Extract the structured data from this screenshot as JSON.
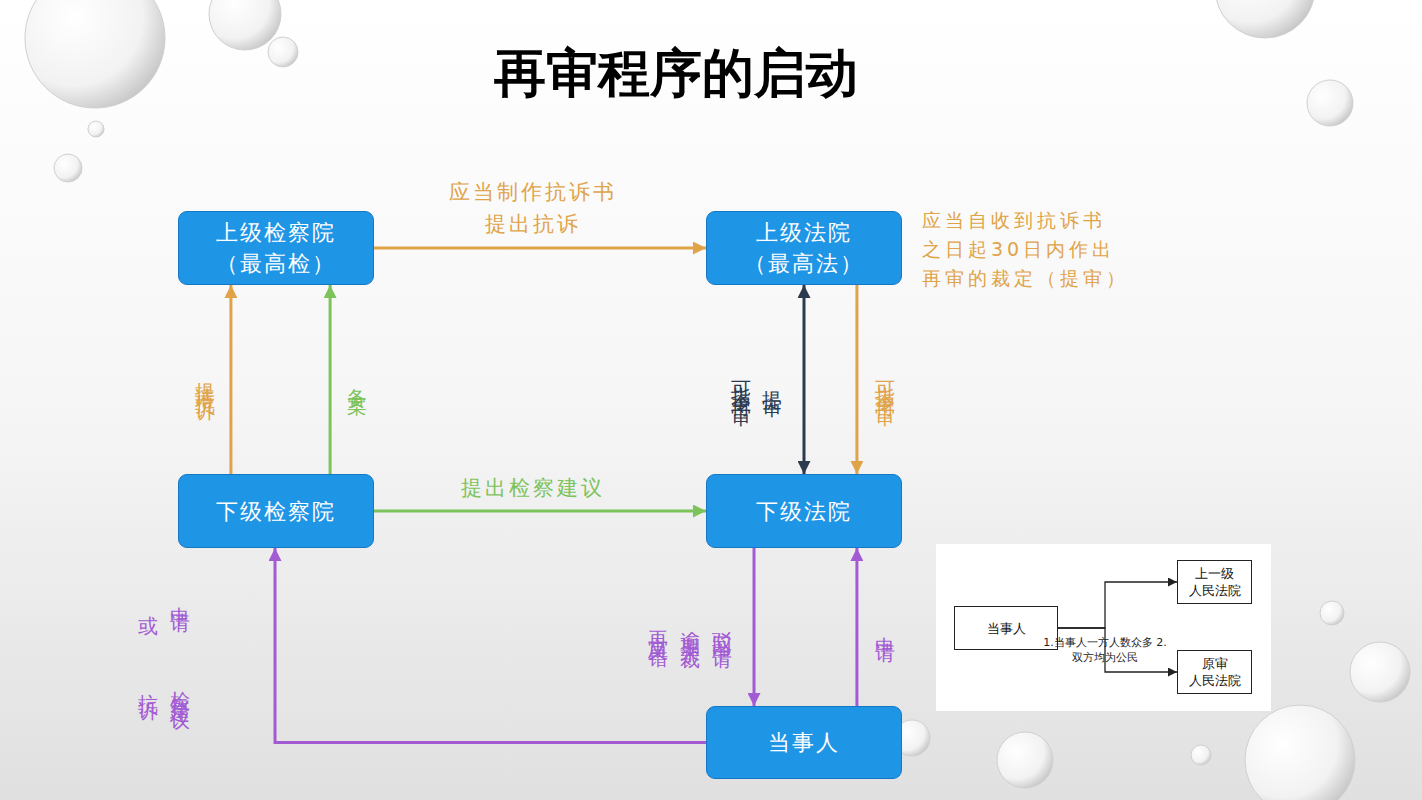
{
  "diagram": {
    "title": "再审程序的启动",
    "nodes": [
      {
        "text": [
          "上级检察院 （最高检）"
        ]
      },
      {
        "text": [
          "上级法院 （最高法）"
        ]
      },
      {
        "text": [
          "下级检察院"
        ]
      },
      {
        "text": [
          "下级法院"
        ]
      },
      {
        "text": [
          "当事人"
        ]
      },
      {
        "text": [
          "当事人"
        ]
      },
      {
        "text": [
          "上一级 人民法院"
        ]
      },
      {
        "text": [
          "原审 人民法院"
        ]
      }
    ],
    "edges": [
      {
        "from": 0,
        "to": 1,
        "arrow": "to",
        "label": "应当制作抗诉书 提出抗诉"
      },
      {
        "from": 2,
        "to": 0,
        "arrow": "to",
        "label": "提请抗诉"
      },
      {
        "from": 2,
        "to": 0,
        "arrow": "to",
        "label": "备案"
      },
      {
        "from": 2,
        "to": 3,
        "arrow": "to",
        "label": "提出检察建议"
      },
      {
        "from": 1,
        "to": 3,
        "arrow": "both",
        "label": "提审"
      },
      {
        "from": 1,
        "to": 3,
        "arrow": "to",
        "label": "可指令再审"
      },
      {
        "from": 3,
        "to": 4,
        "arrow": "to",
        "label": "驳回申请 逾期未裁 再审又错"
      },
      {
        "from": 4,
        "to": 3,
        "arrow": "to",
        "label": "申请"
      },
      {
        "from": 4,
        "to": 2,
        "arrow": "to",
        "label": "申请 检察建议 或 抗诉"
      },
      {
        "from": 5,
        "to": 6,
        "arrow": "to"
      },
      {
        "from": 5,
        "to": 7,
        "arrow": "to",
        "label": "1.当事人一方人数众多 2.双方均为公民"
      }
    ],
    "labels": [
      "应当自收到抗诉书 之日起30日内作出 再审的裁定（提审）",
      "可指令再审"
    ]
  }
}
